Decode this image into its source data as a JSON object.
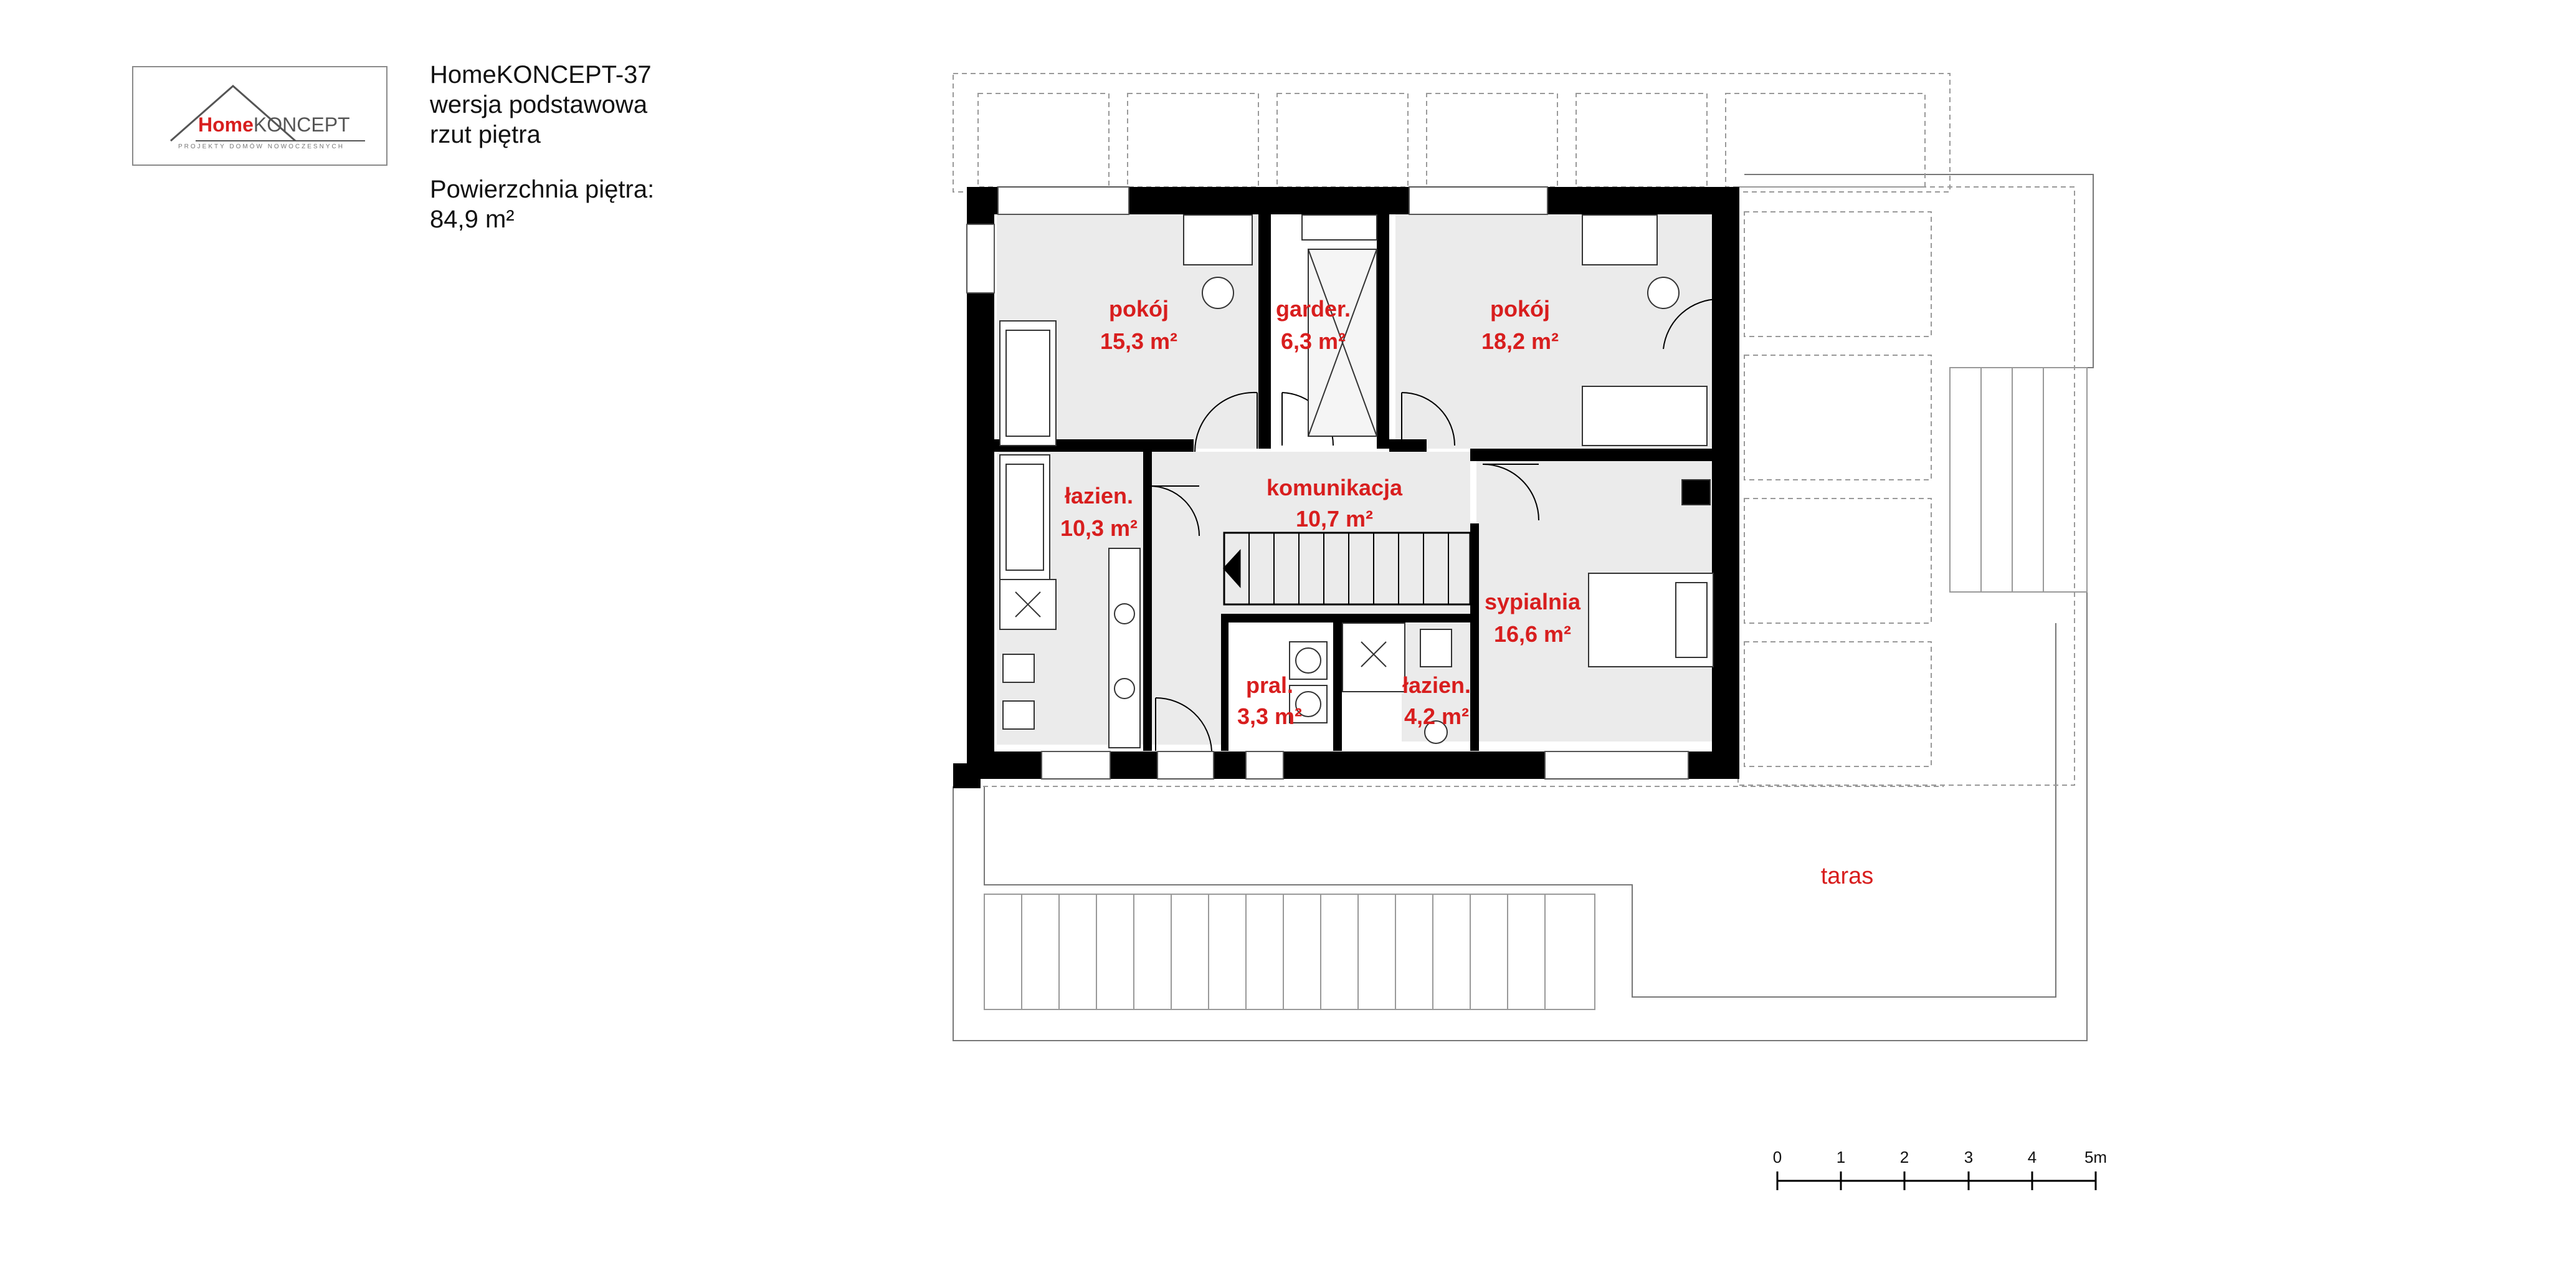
{
  "header": {
    "project_name": "HomeKONCEPT-37",
    "variant": "wersja podstawowa",
    "view": "rzut piętra",
    "area_label": "Powierzchnia piętra:",
    "area_value": "84,9 m²"
  },
  "logo": {
    "word_home": "Home",
    "word_koncept": "KONCEPT",
    "tagline": "PROJEKTY DOMÓW NOWOCZESNYCH"
  },
  "rooms": [
    {
      "name": "pokój",
      "area": "15,3 m²"
    },
    {
      "name": "garder.",
      "area": "6,3 m²"
    },
    {
      "name": "pokój",
      "area": "18,2 m²"
    },
    {
      "name": "łazien.",
      "area": "10,3 m²"
    },
    {
      "name": "komunikacja",
      "area": "10,7 m²"
    },
    {
      "name": "sypialnia",
      "area": "16,6 m²"
    },
    {
      "name": "pral.",
      "area": "3,3 m²"
    },
    {
      "name": "łazien.",
      "area": "4,2 m²"
    },
    {
      "name": "taras",
      "area": ""
    }
  ],
  "scale_bar": {
    "ticks": [
      "0",
      "1",
      "2",
      "3",
      "4",
      "5m"
    ]
  },
  "colors": {
    "wall": "#000000",
    "room_fill": "#ebebeb",
    "label": "#d81e1e",
    "outline": "#777777"
  }
}
